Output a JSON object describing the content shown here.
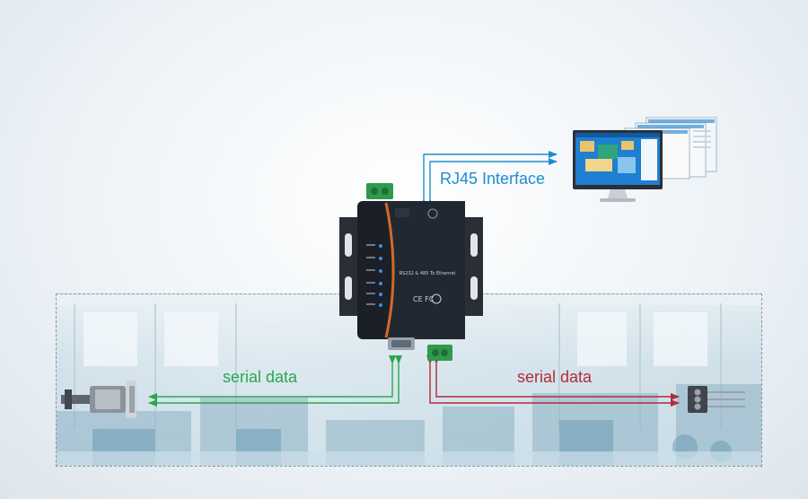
{
  "labels": {
    "rj45": "RJ45 Interface",
    "serial_left": "serial data",
    "serial_right": "serial data"
  },
  "device": {
    "title": "RS232 & 485 To Ethernet",
    "marks": "CE FC"
  },
  "colors": {
    "rj45_arrow": "#1e8ccf",
    "serial_left_arrow": "#2aa84a",
    "serial_right_arrow": "#b52a38",
    "device_body": "#1b1f27",
    "device_accent": "#d3692c",
    "terminal_green": "#2f9a4e"
  },
  "icons": [
    "monitor-icon",
    "db9-connector-icon",
    "terminal-block-icon",
    "serial-device-server-icon"
  ]
}
